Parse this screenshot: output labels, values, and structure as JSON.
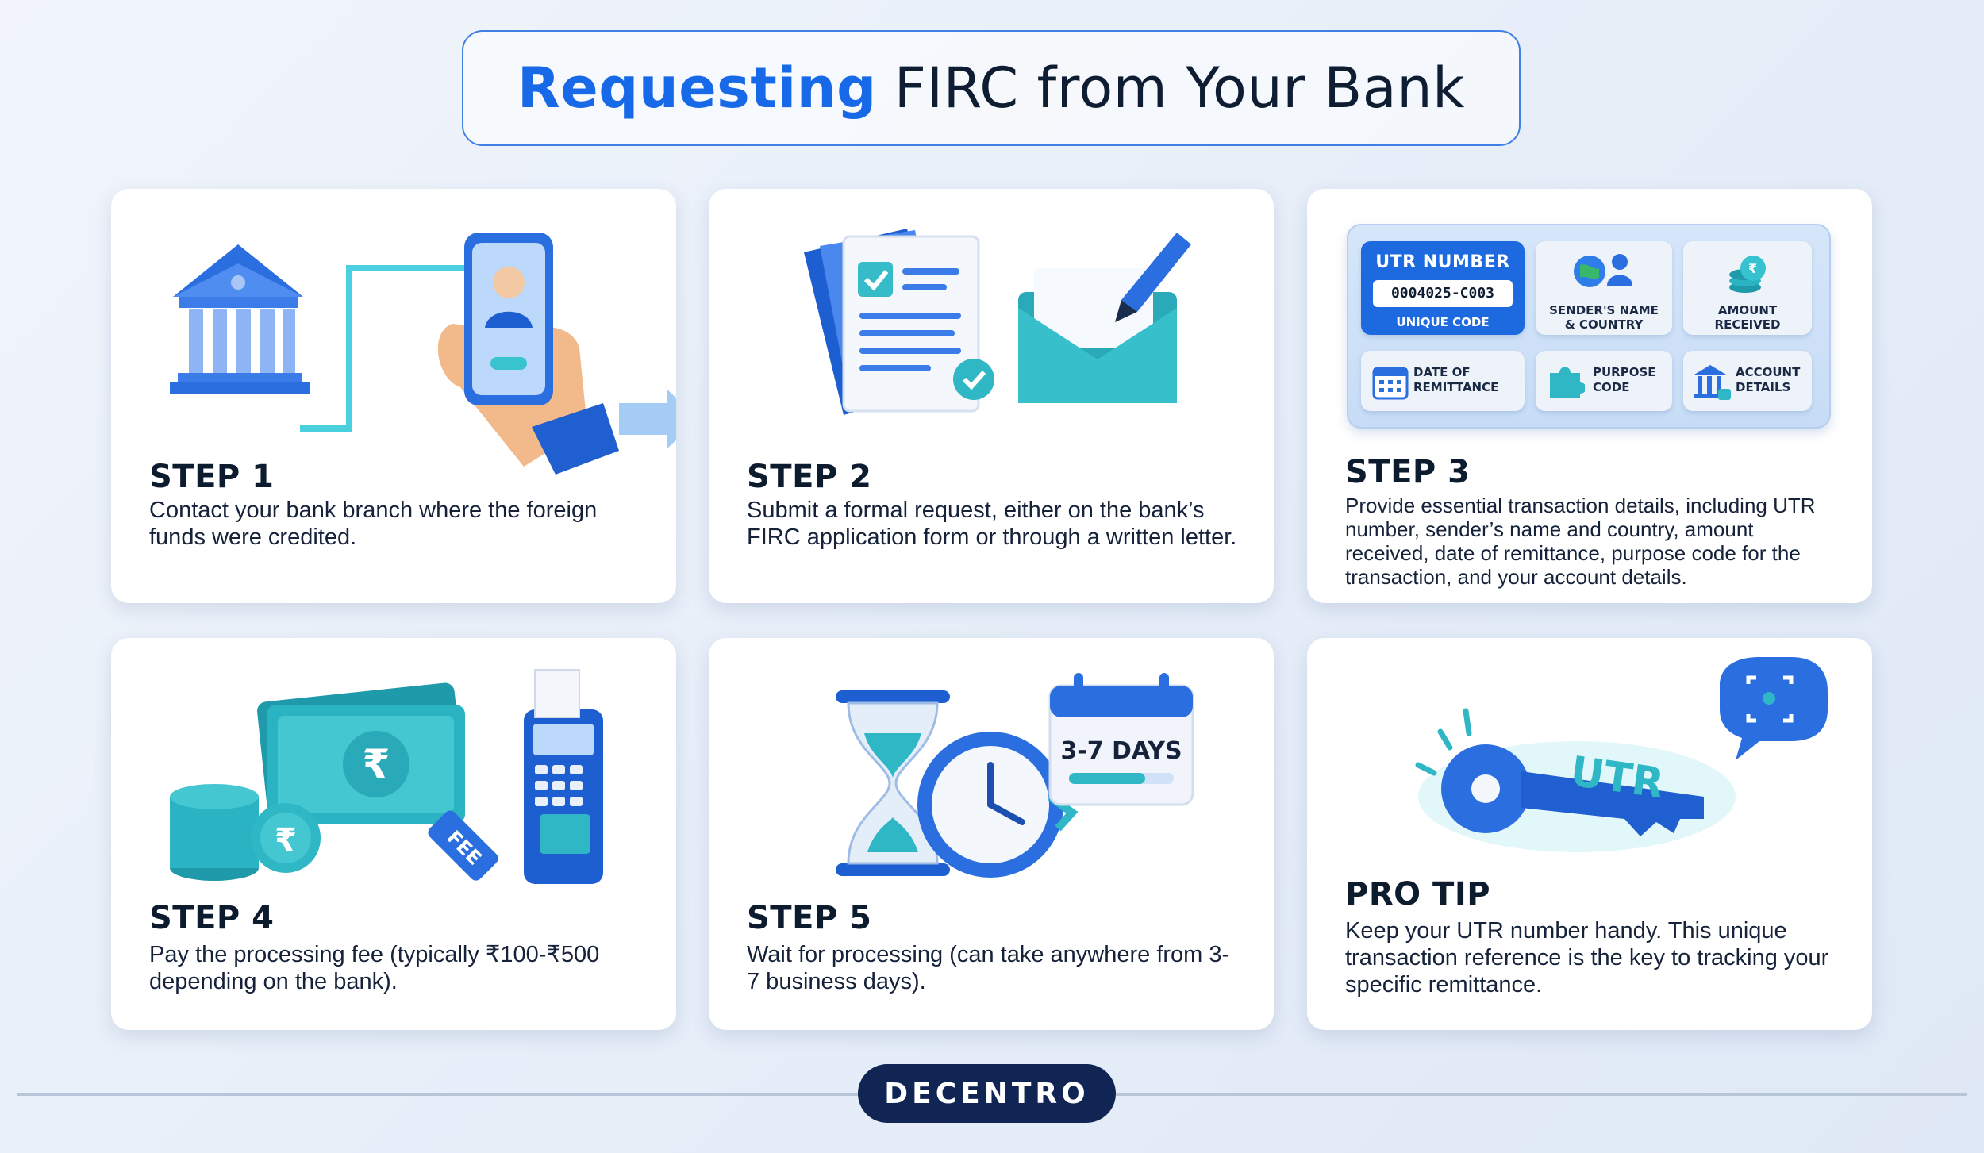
{
  "title": {
    "accent": "Requesting",
    "rest": "FIRC from Your Bank"
  },
  "steps": [
    {
      "title": "STEP 1",
      "desc": "Contact your bank branch where the foreign funds were credited."
    },
    {
      "title": "STEP 2",
      "desc": "Submit a formal request, either on the bank’s FIRC application form or through a written letter."
    },
    {
      "title": "STEP 3",
      "desc": "Provide essential transaction details, including UTR number, sender’s name and country, amount received, date of remittance, purpose code for the transaction, and your account details."
    },
    {
      "title": "STEP 4",
      "desc": "Pay the processing fee (typically ₹100-₹500 depending on the bank)."
    },
    {
      "title": "STEP 5",
      "desc": "Wait for processing (can take anywhere from 3-7 business days)."
    },
    {
      "title": "PRO TIP",
      "desc": "Keep your UTR number handy. This unique transaction reference is the key to tracking your specific remittance."
    }
  ],
  "step3_tiles": {
    "utr_label": "UTR NUMBER",
    "utr_value": "0004025-C003",
    "utr_sub": "UNIQUE CODE",
    "sender_1": "SENDER'S NAME",
    "sender_2": "& COUNTRY",
    "amount_1": "AMOUNT",
    "amount_2": "RECEIVED",
    "date_1": "DATE OF",
    "date_2": "REMITTANCE",
    "purpose_1": "PURPOSE",
    "purpose_2": "CODE",
    "account_1": "ACCOUNT",
    "account_2": "DETAILS"
  },
  "illustration_text": {
    "fee_tag": "FEE",
    "days": "3-7 DAYS",
    "key_label": "UTR"
  },
  "brand": "DECENTRO",
  "colors": {
    "accent": "#1769e8",
    "teal": "#2fb7c6",
    "navy": "#102553"
  }
}
